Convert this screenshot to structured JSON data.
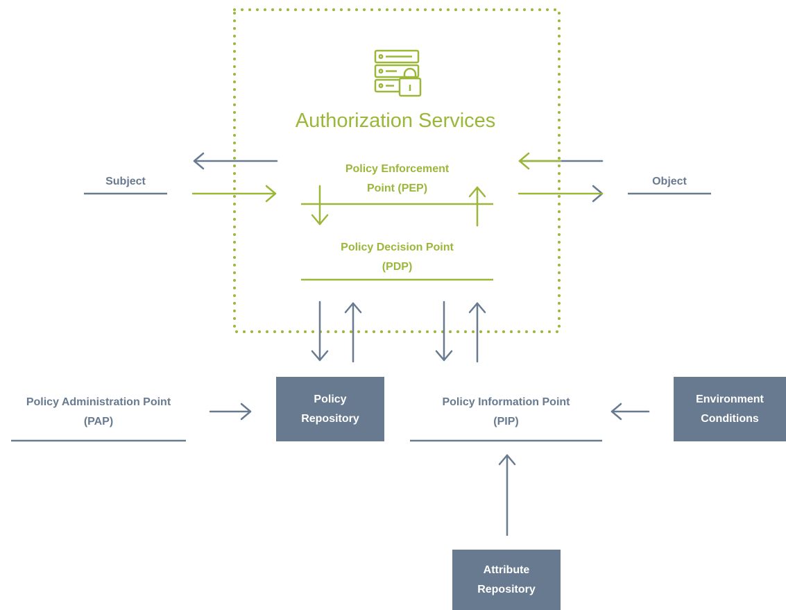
{
  "title": "Authorization Services",
  "colors": {
    "accent": "#9bb73a",
    "slate": "#687a8f",
    "background": "#ffffff"
  },
  "icon": "server-lock-icon",
  "nodes": {
    "subject": "Subject",
    "object": "Object",
    "pep_line1": "Policy Enforcement",
    "pep_line2": "Point (PEP)",
    "pdp_line1": "Policy Decision Point",
    "pdp_line2": "(PDP)",
    "pap_line1": "Policy Administration Point",
    "pap_line2": "(PAP)",
    "policy_repo_line1": "Policy",
    "policy_repo_line2": "Repository",
    "pip_line1": "Policy Information Point",
    "pip_line2": "(PIP)",
    "env_line1": "Environment",
    "env_line2": "Conditions",
    "attr_repo_line1": "Attribute",
    "attr_repo_line2": "Repository"
  }
}
